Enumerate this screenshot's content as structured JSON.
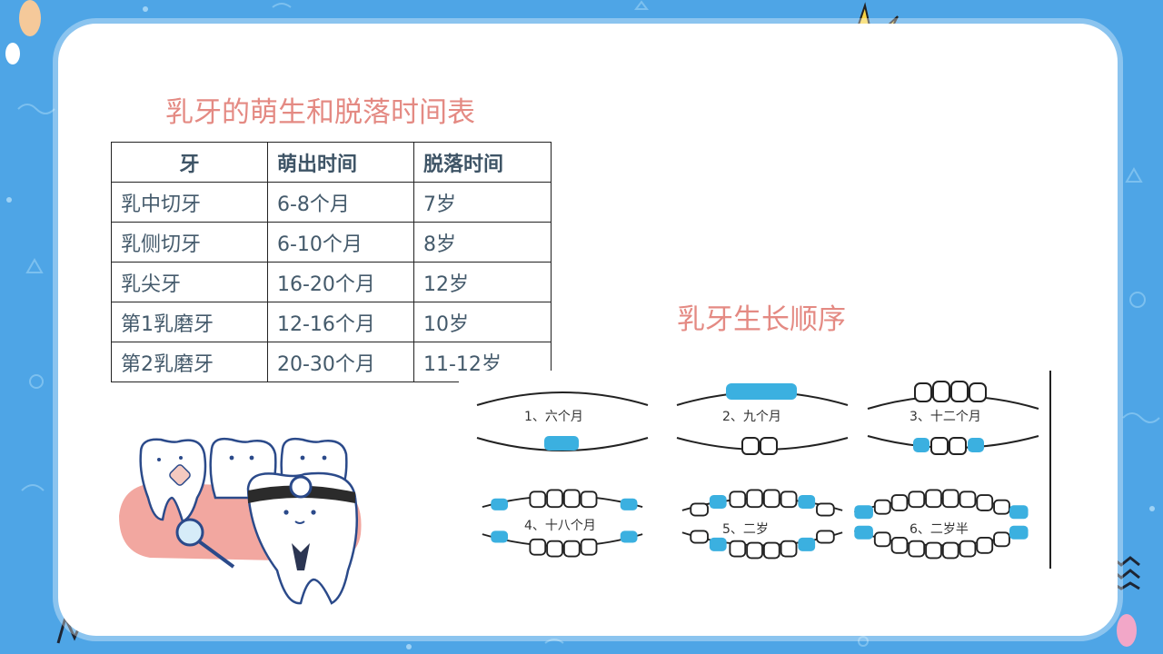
{
  "table_title": "乳牙的萌生和脱落时间表",
  "order_title": "乳牙生长顺序",
  "table": {
    "headers": [
      "牙",
      "萌出时间",
      "脱落时间"
    ],
    "rows": [
      [
        "乳中切牙",
        "6-8个月",
        "7岁"
      ],
      [
        "乳侧切牙",
        "6-10个月",
        "8岁"
      ],
      [
        "乳尖牙",
        "16-20个月",
        "12岁"
      ],
      [
        "第1乳磨牙",
        "12-16个月",
        "10岁"
      ],
      [
        "第2乳磨牙",
        "20-30个月",
        "11-12岁"
      ]
    ]
  },
  "stages": [
    "1、六个月",
    "2、九个月",
    "3、十二个月",
    "4、十八个月",
    "5、二岁",
    "6、二岁半"
  ],
  "colors": {
    "background": "#4ea5e6",
    "title": "#e48a83",
    "tooth_highlight": "#3bb0e0",
    "gum": "#f2a7a0"
  }
}
